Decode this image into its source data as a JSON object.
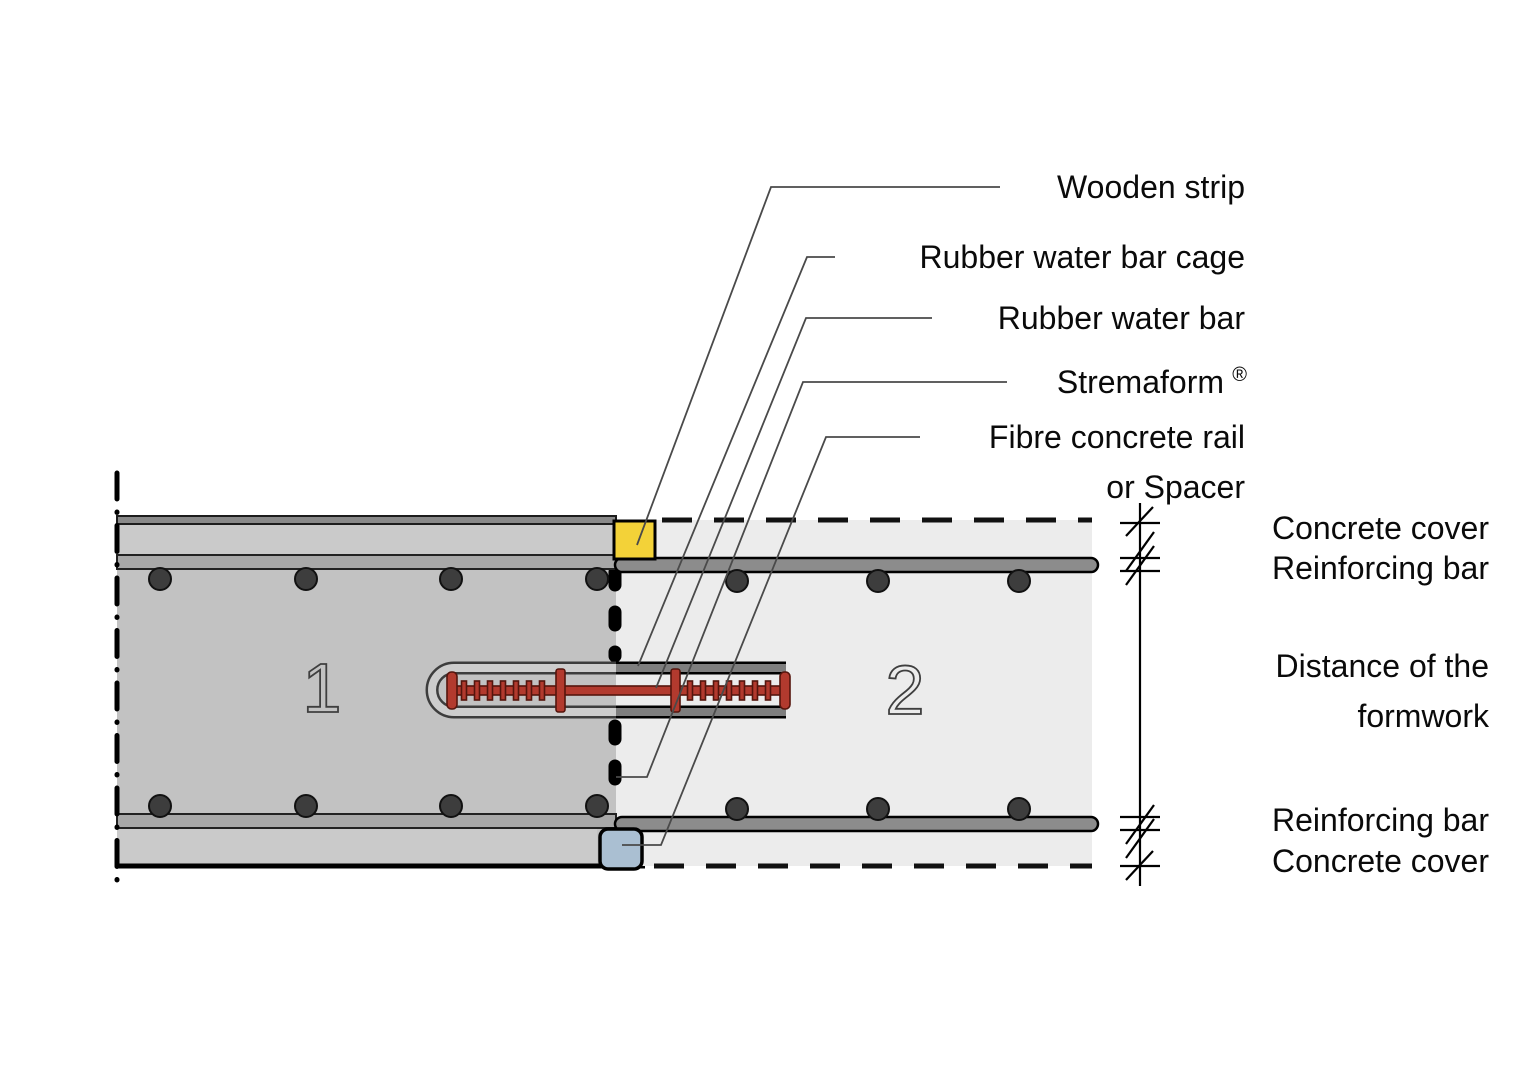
{
  "diagram": {
    "part_labels": {
      "wooden_strip": "Wooden strip",
      "rubber_water_bar_cage": "Rubber water bar cage",
      "rubber_water_bar": "Rubber water bar",
      "stremaform": "Stremaform",
      "stremaform_mark": "®",
      "fibre_concrete_rail_line1": "Fibre concrete rail",
      "fibre_concrete_rail_line2": "or Spacer"
    },
    "dimension_labels": {
      "concrete_cover_top": "Concrete cover",
      "reinforcing_bar_top": "Reinforcing bar",
      "distance_line1": "Distance of the",
      "distance_line2": "formwork",
      "reinforcing_bar_bottom": "Reinforcing bar",
      "concrete_cover_bottom": "Concrete cover"
    },
    "section_numbers": {
      "left_slab": "1",
      "right_slab": "2"
    },
    "colors": {
      "background": "#ffffff",
      "old_concrete": "#c2c2c2",
      "old_concrete_cover": "#cacaca",
      "new_concrete": "#ececec",
      "top_cap": "#898989",
      "rebar_band_left": "#a8a8a8",
      "rebar_band_right": "#8c8c8c",
      "rebar_dot": "#3d3d3d",
      "wooden_strip": "#f3d238",
      "spacer": "#aabfd2",
      "water_bar": "#b23a2e",
      "water_bar_outline": "#55150d",
      "cage_left": "#cdcdcd",
      "cage_right": "#7e7e7e",
      "leader_line": "#4a4a4a"
    }
  }
}
